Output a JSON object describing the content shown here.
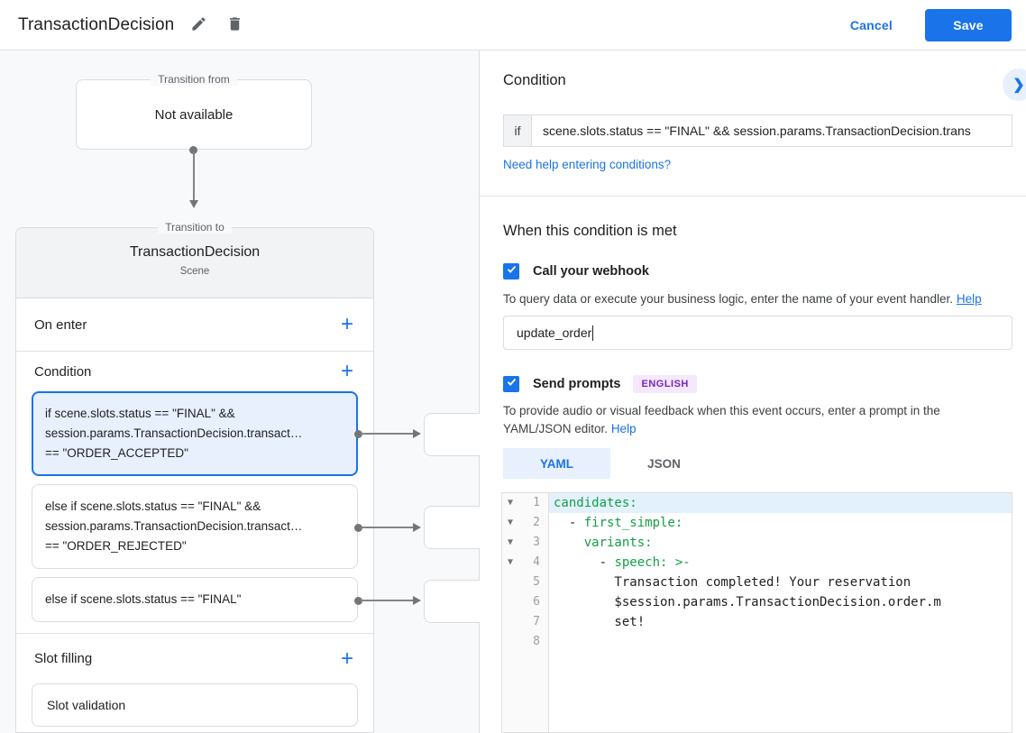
{
  "header": {
    "title": "TransactionDecision",
    "cancel_label": "Cancel",
    "save_label": "Save"
  },
  "icons": {
    "edit": "pencil",
    "delete": "trash",
    "add": "plus",
    "expand": "chevron-right",
    "checkbox": "checkmark",
    "fold": "triangle-down"
  },
  "colors": {
    "accent": "#1a73e8",
    "selected_condition_bg": "#e8f0fe",
    "language_badge_bg": "#f3e8fd",
    "language_badge_text": "#7627bb",
    "code_key_green": "#149e45",
    "active_line_highlight": "#e3f1fd",
    "canvas_bg": "#f8f9fa"
  },
  "flow": {
    "transition_from_label": "Transition from",
    "transition_from_content": "Not available",
    "transition_to_label": "Transition to",
    "scene_name": "TransactionDecision",
    "scene_type": "Scene",
    "on_enter_label": "On enter",
    "condition_label": "Condition",
    "slot_filling_label": "Slot filling",
    "slot_item_label": "Slot validation",
    "conditions": [
      {
        "selected": true,
        "lines": [
          "if scene.slots.status == \"FINAL\" &&",
          "session.params.TransactionDecision.transact…",
          "== \"ORDER_ACCEPTED\""
        ]
      },
      {
        "selected": false,
        "lines": [
          "else if scene.slots.status == \"FINAL\" &&",
          "session.params.TransactionDecision.transact…",
          "== \"ORDER_REJECTED\""
        ]
      },
      {
        "selected": false,
        "lines": [
          "else if scene.slots.status == \"FINAL\""
        ]
      }
    ]
  },
  "panel": {
    "title": "Condition",
    "if_label": "if",
    "if_value": "scene.slots.status == \"FINAL\" && session.params.TransactionDecision.trans",
    "help_link": "Need help entering conditions?",
    "when_heading": "When this condition is met",
    "webhook": {
      "label": "Call your webhook",
      "checked": true,
      "helper": "To query data or execute your business logic, enter the name of your event handler.",
      "help_label": "Help",
      "value": "update_order"
    },
    "prompts": {
      "label": "Send prompts",
      "badge": "ENGLISH",
      "checked": true,
      "helper": "To provide audio or visual feedback when this event occurs, enter a prompt in the YAML/JSON editor.",
      "help_label": "Help"
    },
    "tabs": [
      {
        "label": "YAML",
        "active": true
      },
      {
        "label": "JSON",
        "active": false
      }
    ],
    "editor": {
      "lines": [
        {
          "num": 1,
          "fold": true,
          "highlight": true,
          "tokens": [
            {
              "t": "candidates:",
              "c": "key"
            }
          ]
        },
        {
          "num": 2,
          "fold": true,
          "highlight": false,
          "tokens": [
            {
              "t": "  - ",
              "c": "plain"
            },
            {
              "t": "first_simple:",
              "c": "key"
            }
          ]
        },
        {
          "num": 3,
          "fold": true,
          "highlight": false,
          "tokens": [
            {
              "t": "    ",
              "c": "plain"
            },
            {
              "t": "variants:",
              "c": "key"
            }
          ]
        },
        {
          "num": 4,
          "fold": true,
          "highlight": false,
          "tokens": [
            {
              "t": "      - ",
              "c": "plain"
            },
            {
              "t": "speech: >-",
              "c": "key"
            }
          ]
        },
        {
          "num": 5,
          "fold": false,
          "highlight": false,
          "tokens": [
            {
              "t": "        Transaction completed! Your reservation",
              "c": "plain"
            }
          ]
        },
        {
          "num": 6,
          "fold": false,
          "highlight": false,
          "tokens": [
            {
              "t": "        $session.params.TransactionDecision.order.m",
              "c": "plain"
            }
          ]
        },
        {
          "num": 7,
          "fold": false,
          "highlight": false,
          "tokens": [
            {
              "t": "        set!",
              "c": "plain"
            }
          ]
        },
        {
          "num": 8,
          "fold": false,
          "highlight": false,
          "tokens": []
        }
      ]
    }
  }
}
